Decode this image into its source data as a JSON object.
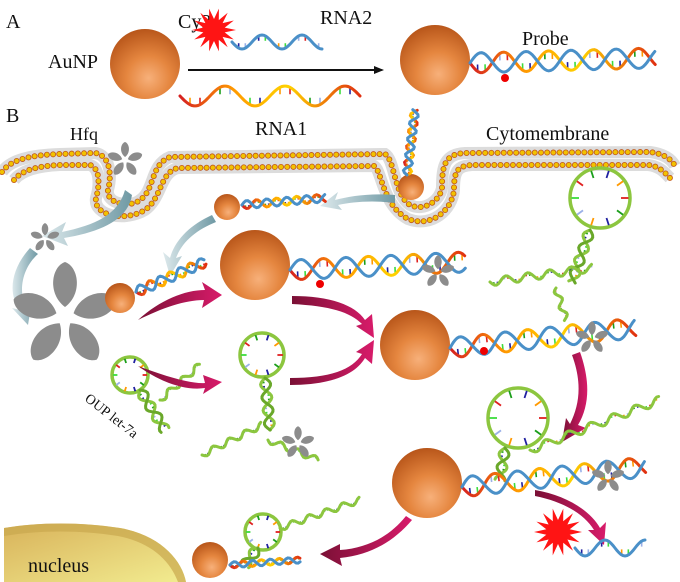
{
  "panel_a": {
    "label": "A",
    "aunp_label": "AuNP",
    "cy3_label": "Cy3",
    "rna2_label": "RNA2",
    "rna1_label": "RNA1",
    "probe_label": "Probe"
  },
  "panel_b": {
    "label": "B",
    "hfq_label": "Hfq",
    "cytomembrane_label": "Cytomembrane",
    "oup_label": "OUP let-7a",
    "nucleus_label": "nucleus"
  },
  "colors": {
    "aunp": "#d9722e",
    "cy3": "#ff1a1a",
    "hfq": "#8a8a8a",
    "membrane_head": "#f2c200",
    "membrane_head_outline": "#c0561c",
    "blue_arrow": "#7fa6b0",
    "magenta_arrow": "#c4185c",
    "mirna_green": "#8cc63f",
    "rna2_blue": "#4a90c8",
    "nucleus": "#e8d27a"
  }
}
